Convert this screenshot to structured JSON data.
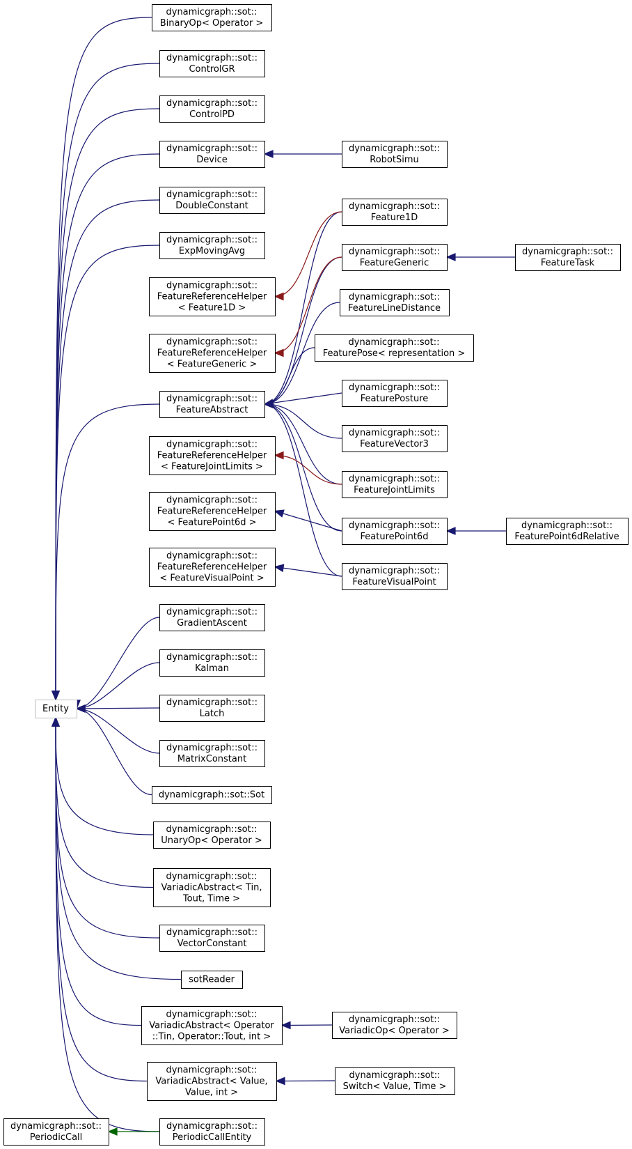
{
  "colors": {
    "inheritance": "#191970",
    "template": "#8b1a1a",
    "usage": "#006400",
    "root_border": "#bfbfbf",
    "node_border": "#000000"
  },
  "nodes": [
    {
      "id": "entity",
      "lines": [
        "Entity"
      ]
    },
    {
      "id": "binaryop",
      "lines": [
        "dynamicgraph::sot::",
        "BinaryOp< Operator >"
      ]
    },
    {
      "id": "controlgr",
      "lines": [
        "dynamicgraph::sot::",
        "ControlGR"
      ]
    },
    {
      "id": "controlpd",
      "lines": [
        "dynamicgraph::sot::",
        "ControlPD"
      ]
    },
    {
      "id": "device",
      "lines": [
        "dynamicgraph::sot::",
        "Device"
      ]
    },
    {
      "id": "robotsimu",
      "lines": [
        "dynamicgraph::sot::",
        "RobotSimu"
      ]
    },
    {
      "id": "doubleconstant",
      "lines": [
        "dynamicgraph::sot::",
        "DoubleConstant"
      ]
    },
    {
      "id": "expmovingavg",
      "lines": [
        "dynamicgraph::sot::",
        "ExpMovingAvg"
      ]
    },
    {
      "id": "frh-feature1d",
      "lines": [
        "dynamicgraph::sot::",
        "FeatureReferenceHelper",
        "< Feature1D >"
      ]
    },
    {
      "id": "frh-featuregeneric",
      "lines": [
        "dynamicgraph::sot::",
        "FeatureReferenceHelper",
        "< FeatureGeneric >"
      ]
    },
    {
      "id": "featureabstract",
      "lines": [
        "dynamicgraph::sot::",
        "FeatureAbstract"
      ]
    },
    {
      "id": "frh-featurejointlimits",
      "lines": [
        "dynamicgraph::sot::",
        "FeatureReferenceHelper",
        "< FeatureJointLimits >"
      ]
    },
    {
      "id": "frh-featurepoint6d",
      "lines": [
        "dynamicgraph::sot::",
        "FeatureReferenceHelper",
        "< FeaturePoint6d >"
      ]
    },
    {
      "id": "frh-featurevisualpoint",
      "lines": [
        "dynamicgraph::sot::",
        "FeatureReferenceHelper",
        "< FeatureVisualPoint >"
      ]
    },
    {
      "id": "feature1d",
      "lines": [
        "dynamicgraph::sot::",
        "Feature1D"
      ]
    },
    {
      "id": "featuregeneric",
      "lines": [
        "dynamicgraph::sot::",
        "FeatureGeneric"
      ]
    },
    {
      "id": "featuretask",
      "lines": [
        "dynamicgraph::sot::",
        "FeatureTask"
      ]
    },
    {
      "id": "featurelinedistance",
      "lines": [
        "dynamicgraph::sot::",
        "FeatureLineDistance"
      ]
    },
    {
      "id": "featurepose",
      "lines": [
        "dynamicgraph::sot::",
        "FeaturePose< representation >"
      ]
    },
    {
      "id": "featureposture",
      "lines": [
        "dynamicgraph::sot::",
        "FeaturePosture"
      ]
    },
    {
      "id": "featurevector3",
      "lines": [
        "dynamicgraph::sot::",
        "FeatureVector3"
      ]
    },
    {
      "id": "featurejointlimits",
      "lines": [
        "dynamicgraph::sot::",
        "FeatureJointLimits"
      ]
    },
    {
      "id": "featurepoint6d",
      "lines": [
        "dynamicgraph::sot::",
        "FeaturePoint6d"
      ]
    },
    {
      "id": "featurepoint6drelative",
      "lines": [
        "dynamicgraph::sot::",
        "FeaturePoint6dRelative"
      ]
    },
    {
      "id": "featurevisualpoint",
      "lines": [
        "dynamicgraph::sot::",
        "FeatureVisualPoint"
      ]
    },
    {
      "id": "gradientascent",
      "lines": [
        "dynamicgraph::sot::",
        "GradientAscent"
      ]
    },
    {
      "id": "kalman",
      "lines": [
        "dynamicgraph::sot::",
        "Kalman"
      ]
    },
    {
      "id": "latch",
      "lines": [
        "dynamicgraph::sot::",
        "Latch"
      ]
    },
    {
      "id": "matrixconstant",
      "lines": [
        "dynamicgraph::sot::",
        "MatrixConstant"
      ]
    },
    {
      "id": "sot",
      "lines": [
        "dynamicgraph::sot::Sot"
      ]
    },
    {
      "id": "unaryop",
      "lines": [
        "dynamicgraph::sot::",
        "UnaryOp< Operator >"
      ]
    },
    {
      "id": "variadic-tin",
      "lines": [
        "dynamicgraph::sot::",
        "VariadicAbstract< Tin,",
        "Tout, Time >"
      ]
    },
    {
      "id": "vectorconstant",
      "lines": [
        "dynamicgraph::sot::",
        "VectorConstant"
      ]
    },
    {
      "id": "sotreader",
      "lines": [
        "sotReader"
      ]
    },
    {
      "id": "variadic-operator",
      "lines": [
        "dynamicgraph::sot::",
        "VariadicAbstract< Operator",
        "::Tin, Operator::Tout, int >"
      ]
    },
    {
      "id": "variadicop",
      "lines": [
        "dynamicgraph::sot::",
        "VariadicOp< Operator >"
      ]
    },
    {
      "id": "variadic-value",
      "lines": [
        "dynamicgraph::sot::",
        "VariadicAbstract< Value,",
        "Value, int >"
      ]
    },
    {
      "id": "switch",
      "lines": [
        "dynamicgraph::sot::",
        "Switch< Value, Time >"
      ]
    },
    {
      "id": "periodiccall",
      "lines": [
        "dynamicgraph::sot::",
        "PeriodicCall"
      ]
    },
    {
      "id": "periodiccallentity",
      "lines": [
        "dynamicgraph::sot::",
        "PeriodicCallEntity"
      ]
    }
  ],
  "edges": [
    {
      "from": "binaryop",
      "to": "entity",
      "kind": "inheritance"
    },
    {
      "from": "controlgr",
      "to": "entity",
      "kind": "inheritance"
    },
    {
      "from": "controlpd",
      "to": "entity",
      "kind": "inheritance"
    },
    {
      "from": "device",
      "to": "entity",
      "kind": "inheritance"
    },
    {
      "from": "doubleconstant",
      "to": "entity",
      "kind": "inheritance"
    },
    {
      "from": "expmovingavg",
      "to": "entity",
      "kind": "inheritance"
    },
    {
      "from": "featureabstract",
      "to": "entity",
      "kind": "inheritance"
    },
    {
      "from": "gradientascent",
      "to": "entity",
      "kind": "inheritance"
    },
    {
      "from": "kalman",
      "to": "entity",
      "kind": "inheritance"
    },
    {
      "from": "latch",
      "to": "entity",
      "kind": "inheritance"
    },
    {
      "from": "matrixconstant",
      "to": "entity",
      "kind": "inheritance"
    },
    {
      "from": "sot",
      "to": "entity",
      "kind": "inheritance"
    },
    {
      "from": "unaryop",
      "to": "entity",
      "kind": "inheritance"
    },
    {
      "from": "variadic-tin",
      "to": "entity",
      "kind": "inheritance"
    },
    {
      "from": "vectorconstant",
      "to": "entity",
      "kind": "inheritance"
    },
    {
      "from": "sotreader",
      "to": "entity",
      "kind": "inheritance"
    },
    {
      "from": "variadic-operator",
      "to": "entity",
      "kind": "inheritance"
    },
    {
      "from": "variadic-value",
      "to": "entity",
      "kind": "inheritance"
    },
    {
      "from": "periodiccallentity",
      "to": "entity",
      "kind": "inheritance"
    },
    {
      "from": "robotsimu",
      "to": "device",
      "kind": "inheritance"
    },
    {
      "from": "feature1d",
      "to": "featureabstract",
      "kind": "inheritance"
    },
    {
      "from": "featuregeneric",
      "to": "featureabstract",
      "kind": "inheritance"
    },
    {
      "from": "featurelinedistance",
      "to": "featureabstract",
      "kind": "inheritance"
    },
    {
      "from": "featurepose",
      "to": "featureabstract",
      "kind": "inheritance"
    },
    {
      "from": "featureposture",
      "to": "featureabstract",
      "kind": "inheritance"
    },
    {
      "from": "featurevector3",
      "to": "featureabstract",
      "kind": "inheritance"
    },
    {
      "from": "featurejointlimits",
      "to": "featureabstract",
      "kind": "inheritance"
    },
    {
      "from": "featurepoint6d",
      "to": "featureabstract",
      "kind": "inheritance"
    },
    {
      "from": "featurevisualpoint",
      "to": "featureabstract",
      "kind": "inheritance"
    },
    {
      "from": "feature1d",
      "to": "frh-feature1d",
      "kind": "template"
    },
    {
      "from": "featuregeneric",
      "to": "frh-featuregeneric",
      "kind": "template"
    },
    {
      "from": "featurejointlimits",
      "to": "frh-featurejointlimits",
      "kind": "template"
    },
    {
      "from": "featurepoint6d",
      "to": "frh-featurepoint6d",
      "kind": "inheritance"
    },
    {
      "from": "featurevisualpoint",
      "to": "frh-featurevisualpoint",
      "kind": "inheritance"
    },
    {
      "from": "featuretask",
      "to": "featuregeneric",
      "kind": "inheritance"
    },
    {
      "from": "featurepoint6drelative",
      "to": "featurepoint6d",
      "kind": "inheritance"
    },
    {
      "from": "variadicop",
      "to": "variadic-operator",
      "kind": "inheritance"
    },
    {
      "from": "switch",
      "to": "variadic-value",
      "kind": "inheritance"
    },
    {
      "from": "periodiccallentity",
      "to": "periodiccall",
      "kind": "usage"
    }
  ]
}
